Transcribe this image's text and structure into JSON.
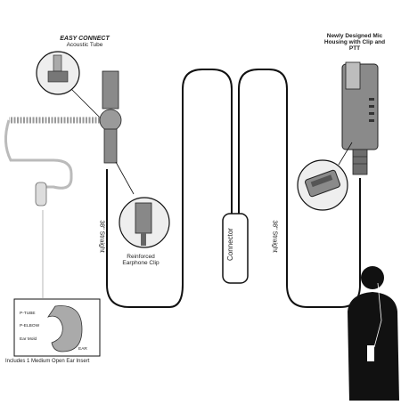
{
  "labels": {
    "easy_connect": "EASY CONNECT",
    "acoustic_tube": "Acoustic Tube",
    "mic_housing": "Newly Designed Mic Housing with Clip and PTT",
    "reinforced_clip": "Reinforced Earphone Clip",
    "straight_left": "38\" Straight",
    "straight_right": "38\" Straight",
    "connector": "Connector",
    "includes": "Includes 1 Medium Open Ear Insert"
  },
  "ear_diagram": {
    "p_tube": "P-TUBE",
    "p_elbow": "P-ELBOW",
    "ear_mold": "Ear Mold",
    "ear": "EAR"
  }
}
